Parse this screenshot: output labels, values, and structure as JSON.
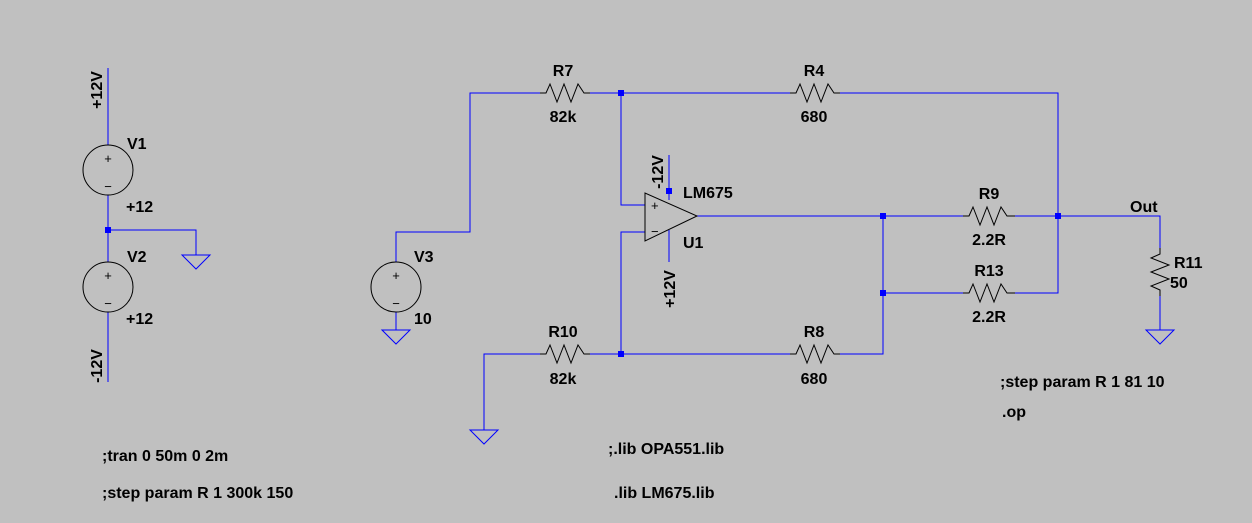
{
  "colors": {
    "background": "#c0c0c0",
    "wire": "#0000ff",
    "component": "#000000",
    "junction": "#0000ff"
  },
  "net_labels": {
    "v1_top": "+12V",
    "v2_bottom": "-12V",
    "u1_neg_supply": "-12V",
    "u1_pos_supply": "+12V",
    "out": "Out"
  },
  "components": {
    "V1": {
      "name": "V1",
      "value": "+12"
    },
    "V2": {
      "name": "V2",
      "value": "+12"
    },
    "V3": {
      "name": "V3",
      "value": "10"
    },
    "R7": {
      "name": "R7",
      "value": "82k"
    },
    "R4": {
      "name": "R4",
      "value": "680"
    },
    "R9": {
      "name": "R9",
      "value": "2.2R"
    },
    "R13": {
      "name": "R13",
      "value": "2.2R"
    },
    "R10": {
      "name": "R10",
      "value": "82k"
    },
    "R8": {
      "name": "R8",
      "value": "680"
    },
    "R11": {
      "name": "R11",
      "value": "50"
    },
    "U1": {
      "name": "U1",
      "value": "LM675"
    }
  },
  "directives": {
    "tran": ";tran 0 50m 0 2m",
    "step1": ";step param R 1 300k 150",
    "lib1": ";.lib OPA551.lib",
    "lib2": ".lib LM675.lib",
    "step2": ";step param R 1 81 10",
    "op": ".op"
  },
  "opamp_pin_marks": {
    "plus": "+",
    "minus": "−"
  },
  "source_pin_marks": {
    "plus": "+",
    "minus": "−"
  }
}
